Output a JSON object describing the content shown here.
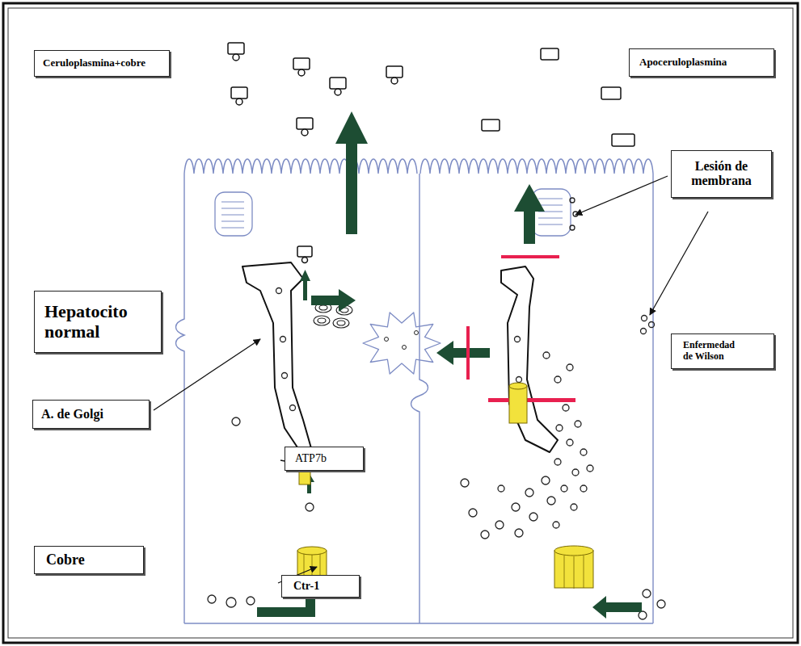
{
  "diagram": {
    "nodes": [
      {
        "text": [
          "Ceruloplasmina+cobre"
        ]
      },
      {
        "text": [
          "Apoceruloplasmina"
        ]
      },
      {
        "text": [
          "Lesión de membrana"
        ]
      },
      {
        "text": [
          "Hepatocito normal"
        ]
      },
      {
        "text": [
          "Enfermedad de Wilson"
        ]
      },
      {
        "text": [
          "A. de Golgi"
        ]
      },
      {
        "text": [
          "ATP7b"
        ]
      },
      {
        "text": [
          "Cobre"
        ]
      },
      {
        "text": [
          "Ctr-1"
        ]
      }
    ]
  }
}
